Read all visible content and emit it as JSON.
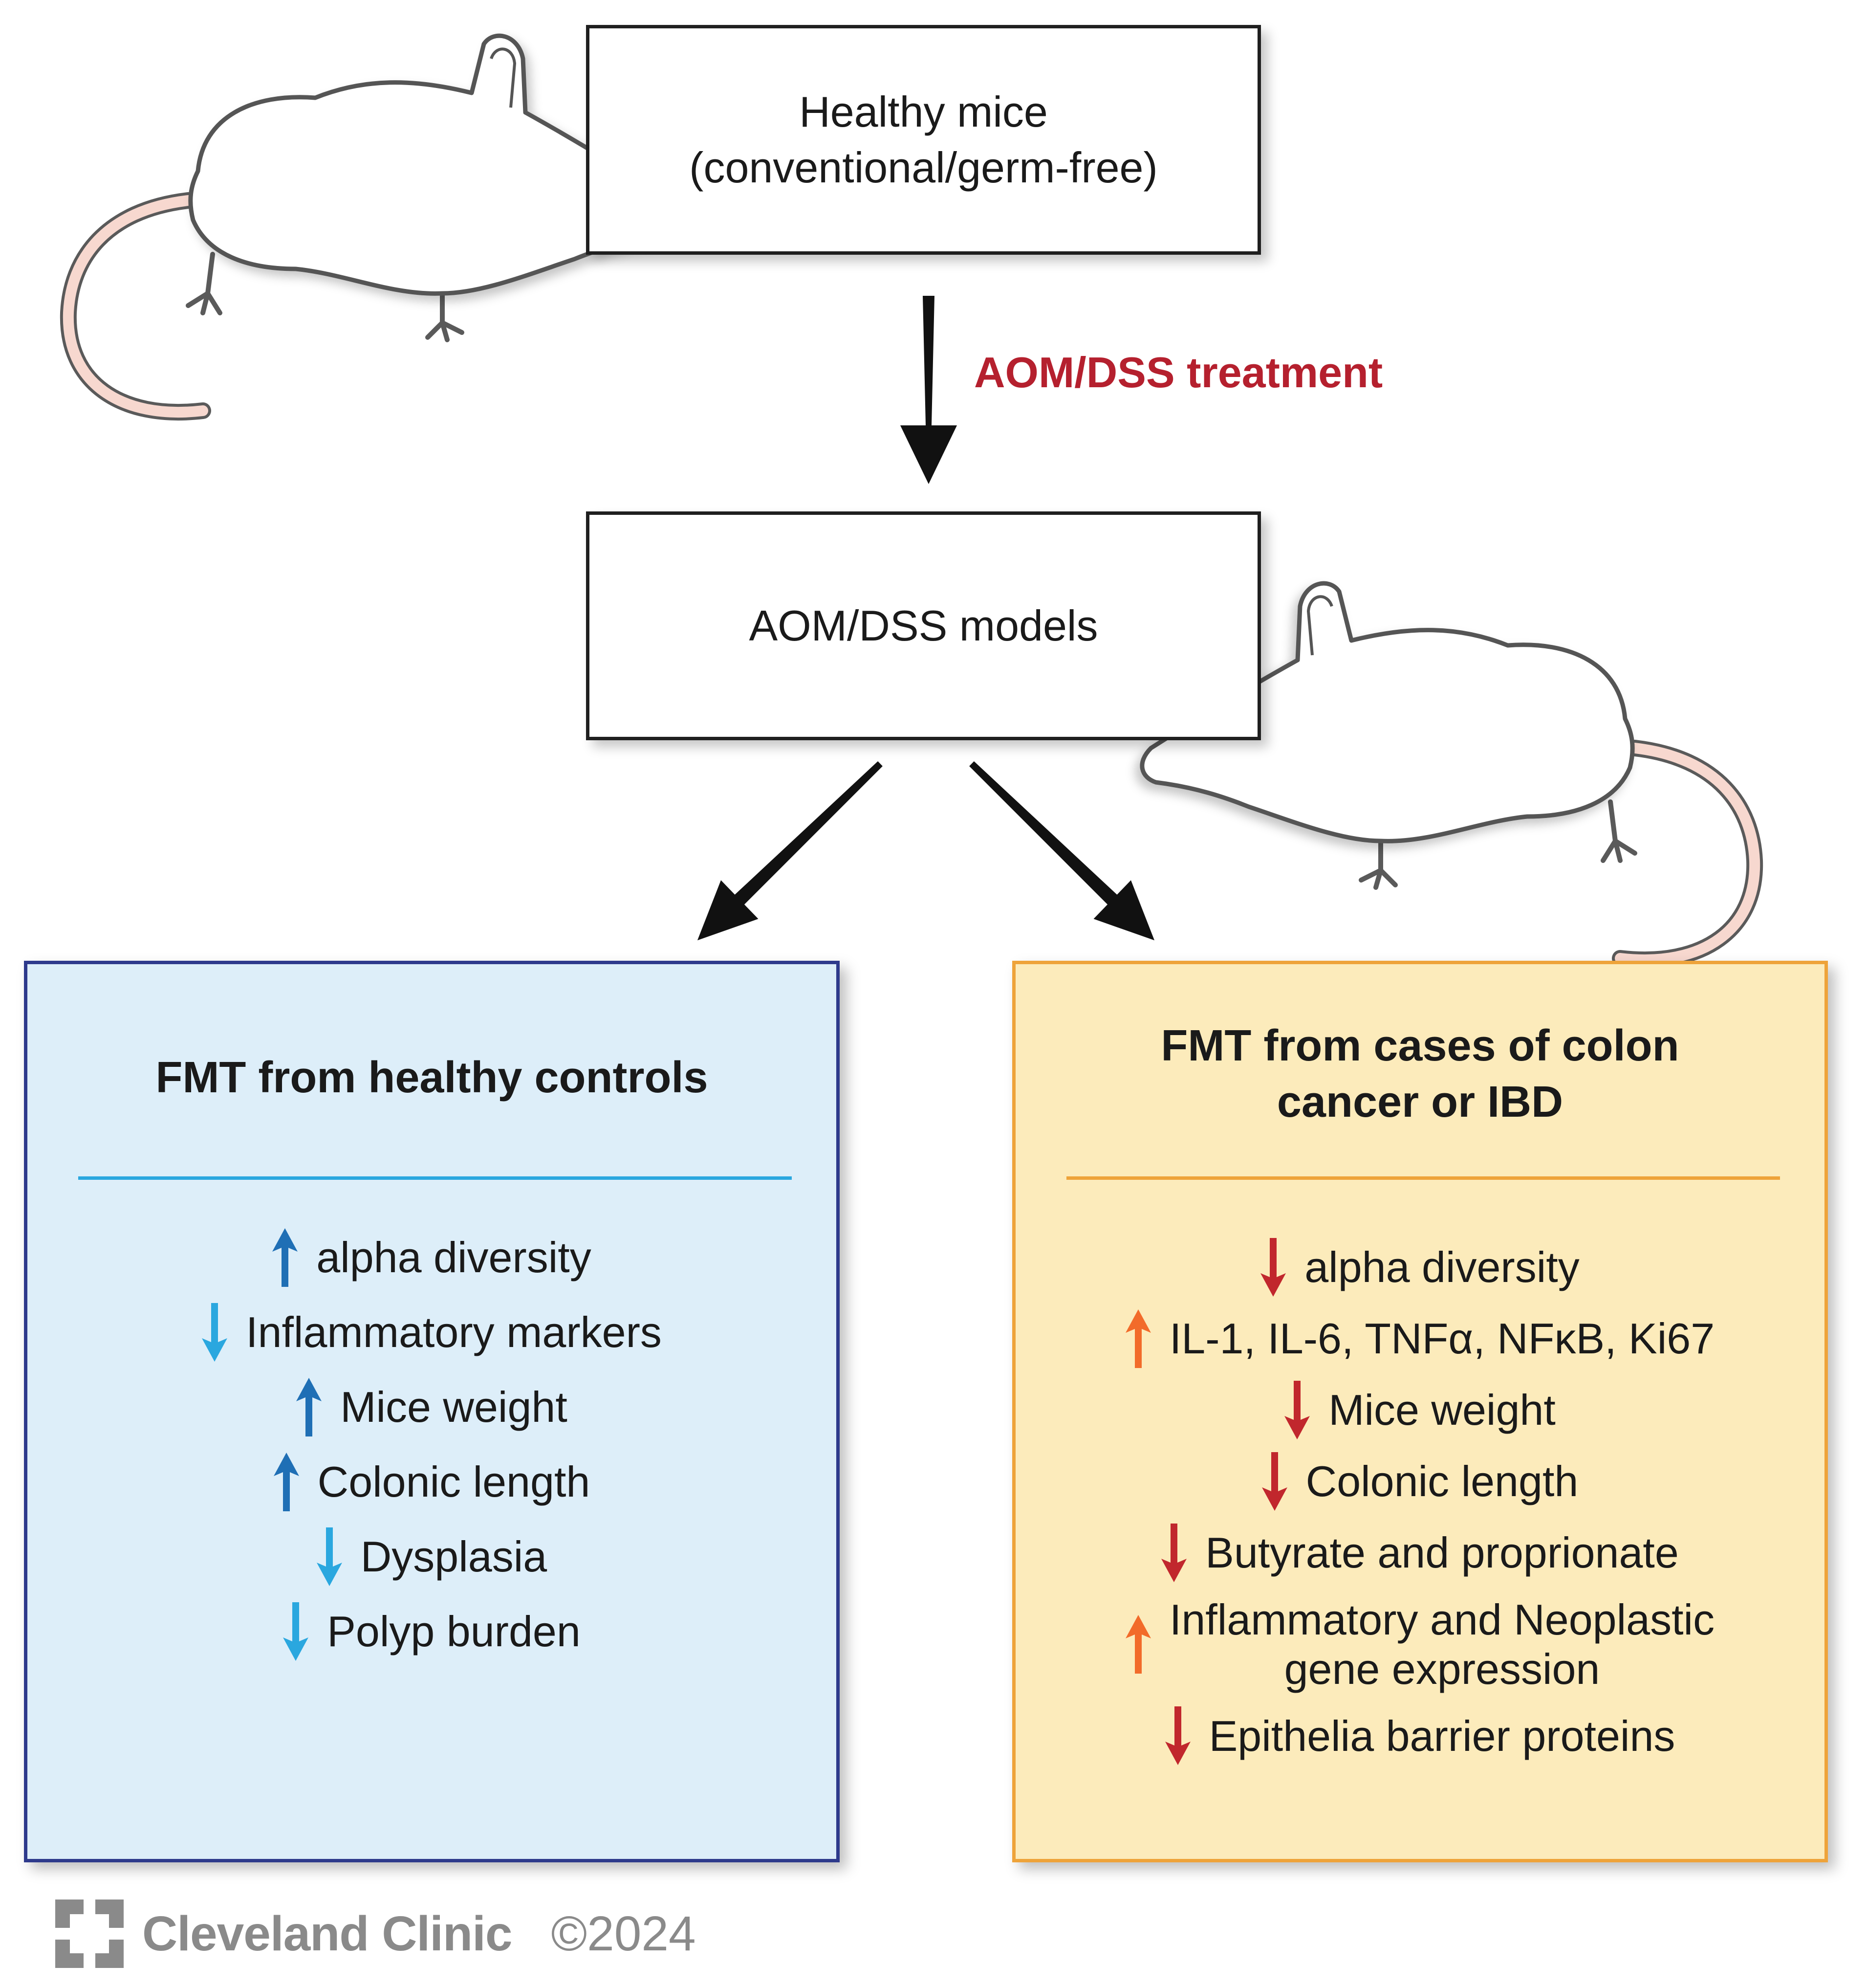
{
  "top_box": {
    "line1": "Healthy mice",
    "line2": "(conventional/germ-free)"
  },
  "treatment_label": "AOM/DSS treatment",
  "middle_box": {
    "label": "AOM/DSS models"
  },
  "left_panel": {
    "title": "FMT from healthy controls",
    "items": [
      {
        "direction": "up",
        "color": "#1f6fb5",
        "lines": [
          "alpha diversity"
        ]
      },
      {
        "direction": "down",
        "color": "#2aa7df",
        "lines": [
          "Inflammatory markers"
        ]
      },
      {
        "direction": "up",
        "color": "#1f6fb5",
        "lines": [
          "Mice weight"
        ]
      },
      {
        "direction": "up",
        "color": "#1f6fb5",
        "lines": [
          "Colonic length"
        ]
      },
      {
        "direction": "down",
        "color": "#2aa7df",
        "lines": [
          "Dysplasia"
        ]
      },
      {
        "direction": "down",
        "color": "#2aa7df",
        "lines": [
          "Polyp burden"
        ]
      }
    ]
  },
  "right_panel": {
    "title_line1": "FMT from cases of colon",
    "title_line2": "cancer or IBD",
    "items": [
      {
        "direction": "down",
        "color": "#c1272d",
        "lines": [
          "alpha diversity"
        ]
      },
      {
        "direction": "up",
        "color": "#f26b2a",
        "lines": [
          "IL-1, IL-6, TNFα, NFκB, Ki67"
        ]
      },
      {
        "direction": "down",
        "color": "#c1272d",
        "lines": [
          "Mice weight"
        ]
      },
      {
        "direction": "down",
        "color": "#c1272d",
        "lines": [
          "Colonic length"
        ]
      },
      {
        "direction": "down",
        "color": "#c1272d",
        "lines": [
          "Butyrate and proprionate"
        ]
      },
      {
        "direction": "up",
        "color": "#f26b2a",
        "lines": [
          "Inflammatory and Neoplastic",
          "gene expression"
        ]
      },
      {
        "direction": "down",
        "color": "#c1272d",
        "lines": [
          "Epithelia barrier proteins"
        ]
      }
    ]
  },
  "footer": {
    "brand": "Cleveland Clinic",
    "copyright": "©2024"
  },
  "colors": {
    "treatment_label": "#b5202e",
    "left_panel_fill": "#ddeef9",
    "left_panel_border": "#2e3a8c",
    "left_panel_rule": "#2aa7df",
    "right_panel_fill": "#fcebbb",
    "right_panel_border": "#eea33a",
    "right_panel_rule": "#eea33a",
    "mouse_tail": "#f7d8cf"
  }
}
